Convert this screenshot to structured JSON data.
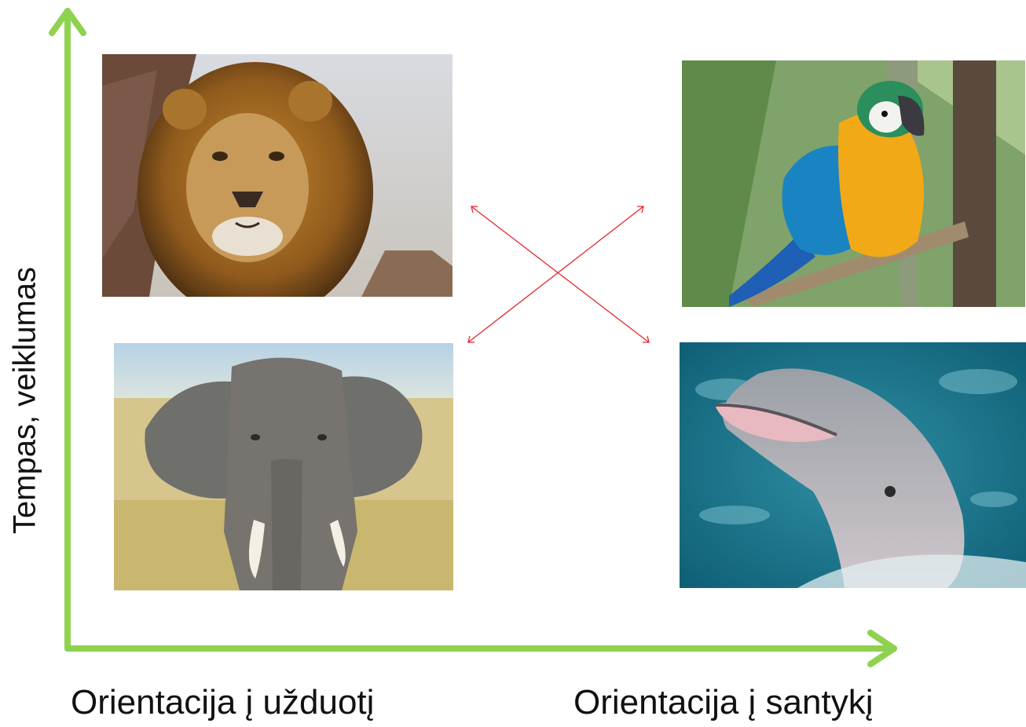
{
  "labels": {
    "y_axis": "Tempas, veiklumas",
    "x_left": "Orientacija į užduotį",
    "x_right": "Orientacija į santykį"
  },
  "photos": {
    "top_left": "lion",
    "bottom_left": "elephant",
    "top_right": "macaw parrot",
    "bottom_right": "dolphin"
  },
  "colors": {
    "axis": "#8ed24f",
    "cross_arrows": "#e8252c",
    "text": "#111111"
  }
}
